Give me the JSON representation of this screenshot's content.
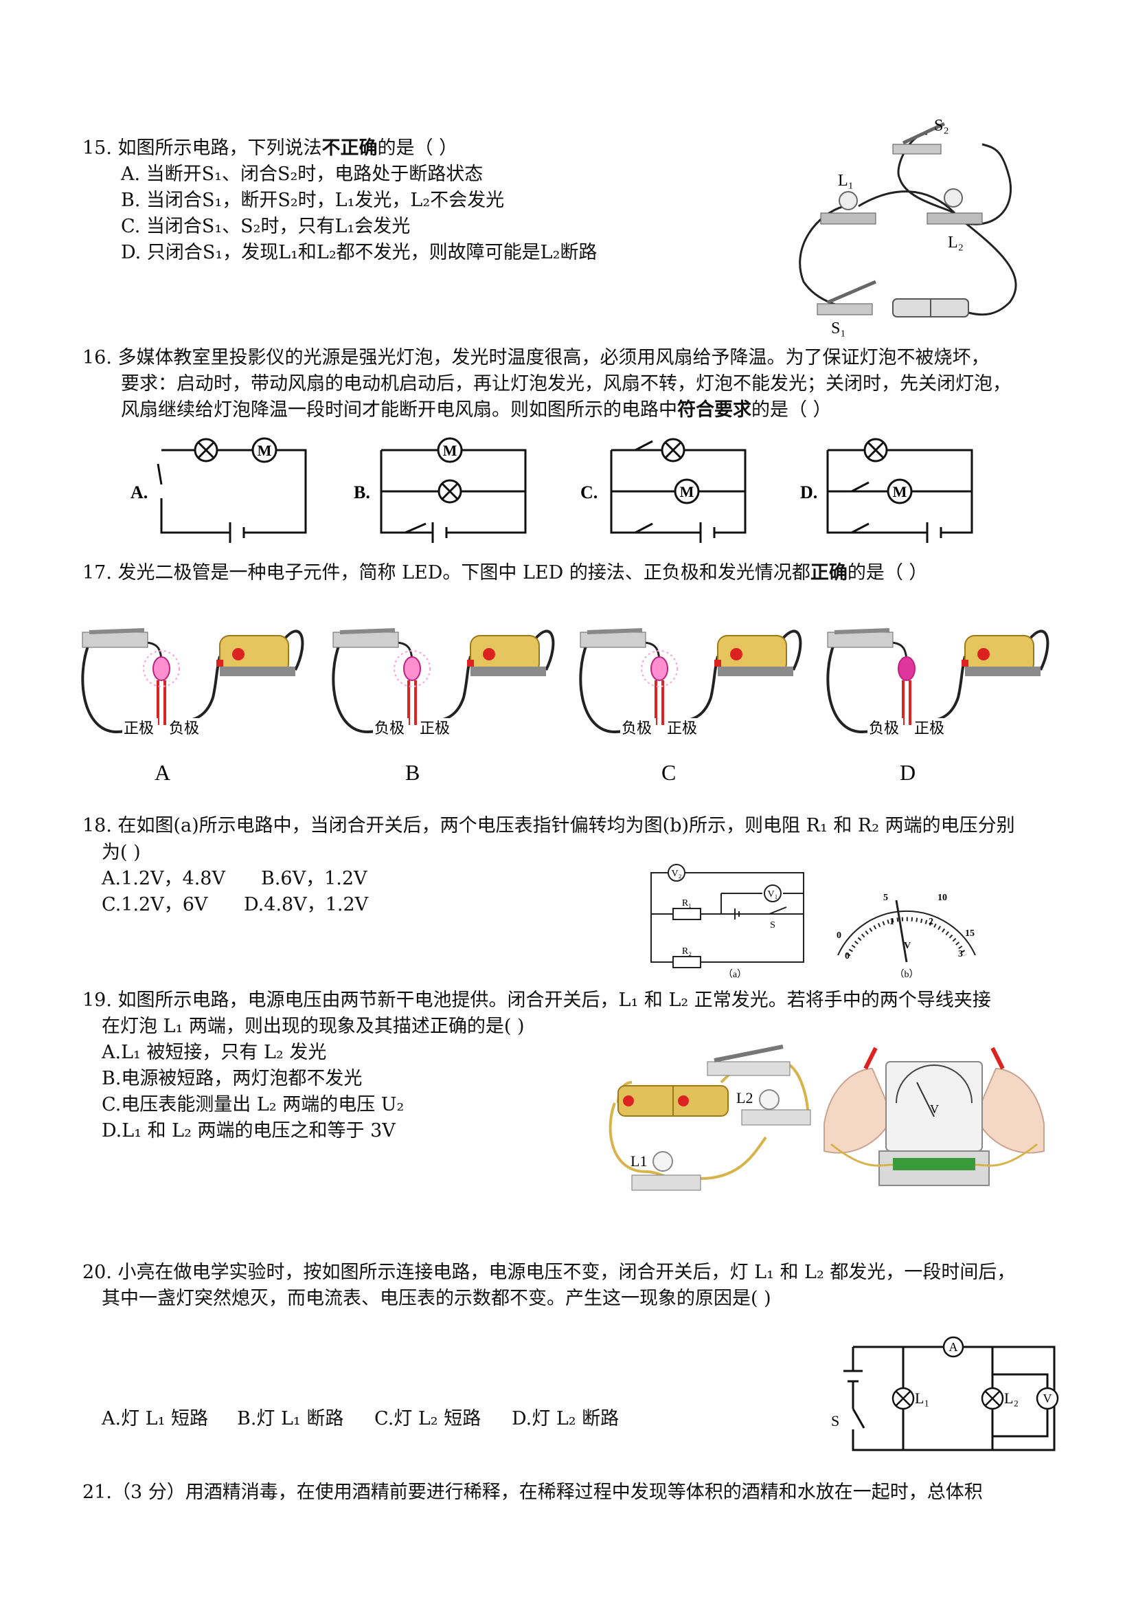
{
  "q15": {
    "stem_a": "15.  如图所示电路，下列说法",
    "stem_b": "不正确",
    "stem_c": "的是（          ）",
    "A": "A.  当断开S₁、闭合S₂时，电路处于断路状态",
    "B": "B.  当闭合S₁，断开S₂时，L₁发光，L₂不会发光",
    "C": "C.  当闭合S₁、S₂时，只有L₁会发光",
    "D": "D.  只闭合S₁，发现L₁和L₂都不发光，则故障可能是L₂断路",
    "fig": {
      "s2": "S₂",
      "l1": "L₁",
      "l2": "L₂",
      "s1": "S₁"
    }
  },
  "q16": {
    "line1": "16.  多媒体教室里投影仪的光源是强光灯泡，发光时温度很高，必须用风扇给予降温。为了保证灯泡不被烧坏，",
    "line2": "要求：启动时，带动风扇的电动机启动后，再让灯泡发光，风扇不转，灯泡不能发光；关闭时，先关闭灯泡，",
    "line3_a": "风扇继续给灯泡降温一段时间才能断开电风扇。则如图所示的电路中",
    "line3_b": "符合要求",
    "line3_c": "的是（          ）",
    "options": [
      "A.",
      "B.",
      "C.",
      "D."
    ],
    "motor": "M"
  },
  "q17": {
    "stem_a": "17.  发光二极管是一种电子元件，简称 LED。下图中 LED 的接法、正负极和发光情况都",
    "stem_b": "正确",
    "stem_c": "的是（          ）",
    "pos": "正极",
    "neg": "负极",
    "options": [
      "A",
      "B",
      "C",
      "D"
    ]
  },
  "q18": {
    "line1": "18. 在如图(a)所示电路中，当闭合开关后，两个电压表指针偏转均为图(b)所示，则电阻 R₁ 和 R₂ 两端的电压分别",
    "line2": "为(        )",
    "opt_row1_a": "A.1.2V，4.8V",
    "opt_row1_b": "B.6V，1.2V",
    "opt_row2_a": "C.1.2V，6V",
    "opt_row2_b": "D.4.8V，1.2V",
    "fig": {
      "v2": "V₂",
      "v1": "V₁",
      "r1": "R₁",
      "r2": "R₂",
      "s": "S",
      "a": "（a）",
      "b": "（b）",
      "ticks_top": [
        "5",
        "10",
        "15"
      ],
      "ticks_bot": [
        "0",
        "1",
        "2",
        "3"
      ],
      "zero_top": "0",
      "unit": "V"
    }
  },
  "q19": {
    "line1": "19. 如图所示电路，电源电压由两节新干电池提供。闭合开关后，L₁ 和 L₂ 正常发光。若将手中的两个导线夹接",
    "line2": "在灯泡 L₁ 两端，则出现的现象及其描述正确的是(        )",
    "A": "A.L₁ 被短接，只有 L₂ 发光",
    "B": "B.电源被短路，两灯泡都不发光",
    "C": "C.电压表能测量出 L₂ 两端的电压 U₂",
    "D": "D.L₁ 和 L₂ 两端的电压之和等于 3V",
    "fig": {
      "l1": "L1",
      "l2": "L2",
      "unit": "V"
    }
  },
  "q20": {
    "line1": "20. 小亮在做电学实验时，按如图所示连接电路，电源电压不变，闭合开关后，灯 L₁ 和 L₂ 都发光，一段时间后，",
    "line2": "其中一盏灯突然熄灭，而电流表、电压表的示数都不变。产生这一现象的原因是(        )",
    "A": "A.灯 L₁ 短路",
    "B": "B.灯 L₁ 断路",
    "C": "C.灯 L₂ 短路",
    "D": "D.灯 L₂ 断路",
    "fig": {
      "a": "A",
      "v": "V",
      "l1": "L₁",
      "l2": "L₂",
      "s": "S"
    }
  },
  "q21": {
    "line1": "21.（3 分）用酒精消毒，在使用酒精前要进行稀释，在稀释过程中发现等体积的酒精和水放在一起时，总体积"
  }
}
